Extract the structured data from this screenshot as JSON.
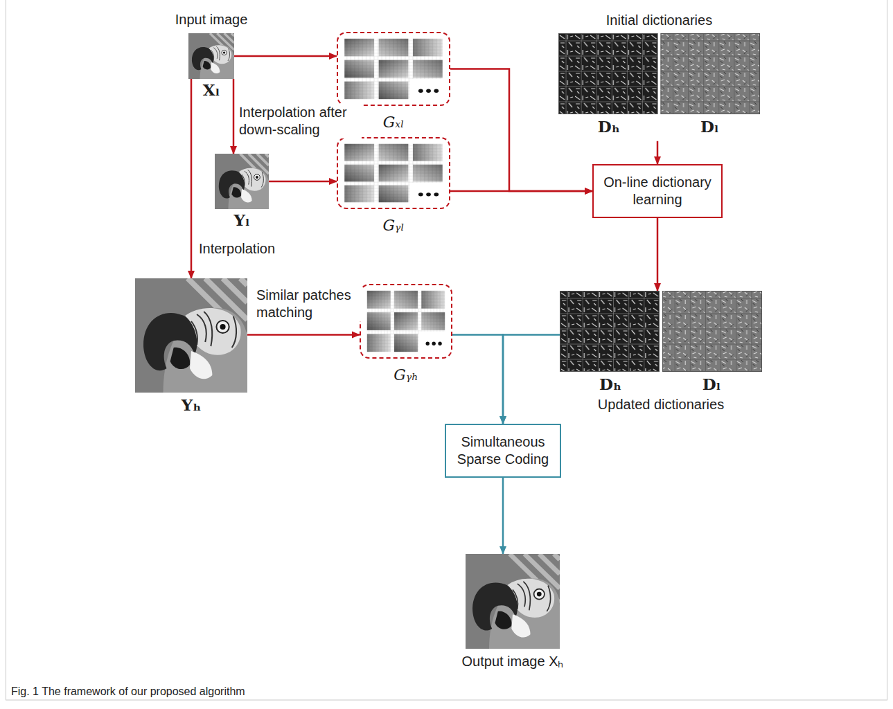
{
  "diagram": {
    "caption": "Fig. 1 The framework of our proposed algorithm",
    "nodes": [
      {
        "text": [
          "Input image",
          "Xₗ"
        ]
      },
      {
        "text": [
          "Gₓₗ"
        ]
      },
      {
        "text": [
          "Initial dictionaries",
          "Dₕ",
          "Dₗ"
        ]
      },
      {
        "text": [
          "Yₗ"
        ]
      },
      {
        "text": [
          "Gᵧₗ"
        ]
      },
      {
        "text": [
          "On-line dictionary learning"
        ]
      },
      {
        "text": [
          "Yₕ"
        ]
      },
      {
        "text": [
          "Gᵧₕ"
        ]
      },
      {
        "text": [
          "Dₕ",
          "Dₗ",
          "Updated dictionaries"
        ]
      },
      {
        "text": [
          "Simultaneous Sparse Coding"
        ]
      },
      {
        "text": [
          "Output image Xₕ"
        ]
      }
    ],
    "edges": [
      {
        "from": 0,
        "to": 1,
        "arrow": "to"
      },
      {
        "from": 0,
        "to": 3,
        "label": "Interpolation after down-scaling",
        "arrow": "to"
      },
      {
        "from": 0,
        "to": 6,
        "label": "Interpolation",
        "arrow": "to"
      },
      {
        "from": 3,
        "to": 4,
        "arrow": "to"
      },
      {
        "from": 1,
        "to": 5,
        "arrow": "to"
      },
      {
        "from": 4,
        "to": 5,
        "arrow": "to"
      },
      {
        "from": 2,
        "to": 5,
        "arrow": "to"
      },
      {
        "from": 5,
        "to": 8,
        "arrow": "to"
      },
      {
        "from": 6,
        "to": 7,
        "label": "Similar patches matching",
        "arrow": "to"
      },
      {
        "from": 7,
        "to": 9,
        "arrow": "to"
      },
      {
        "from": 8,
        "to": 9,
        "arrow": "to"
      },
      {
        "from": 9,
        "to": 10,
        "arrow": "to"
      }
    ]
  }
}
